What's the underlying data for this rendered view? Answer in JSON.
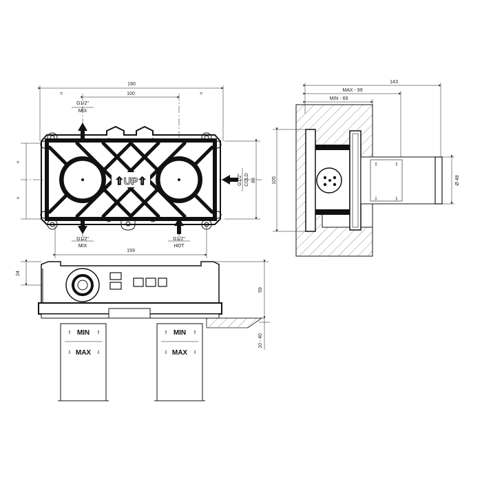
{
  "dimensions": {
    "overall_width": "190",
    "center_distance": "100",
    "height_89": "89",
    "bottom_width": "159",
    "side_overall": "143",
    "max_depth": "MAX - 99",
    "min_depth": "MIN - 69",
    "side_height": "105",
    "diameter": "Ø 48",
    "front_24": "24",
    "front_59": "59",
    "front_range": "10 - 40"
  },
  "labels": {
    "mix_top_thread": "G1/2\"",
    "mix_top": "MIX",
    "mix_bottom_thread": "G1/2\"",
    "mix_bottom": "MIX",
    "hot_thread": "G1/2\"",
    "hot": "HOT",
    "cold_thread": "G1/2\"",
    "cold": "COLD",
    "up_mark": "⇧UP⇧",
    "min_left": "MIN",
    "max_left": "MAX",
    "min_right": "MIN",
    "max_right": "MAX",
    "small_mark": "="
  }
}
